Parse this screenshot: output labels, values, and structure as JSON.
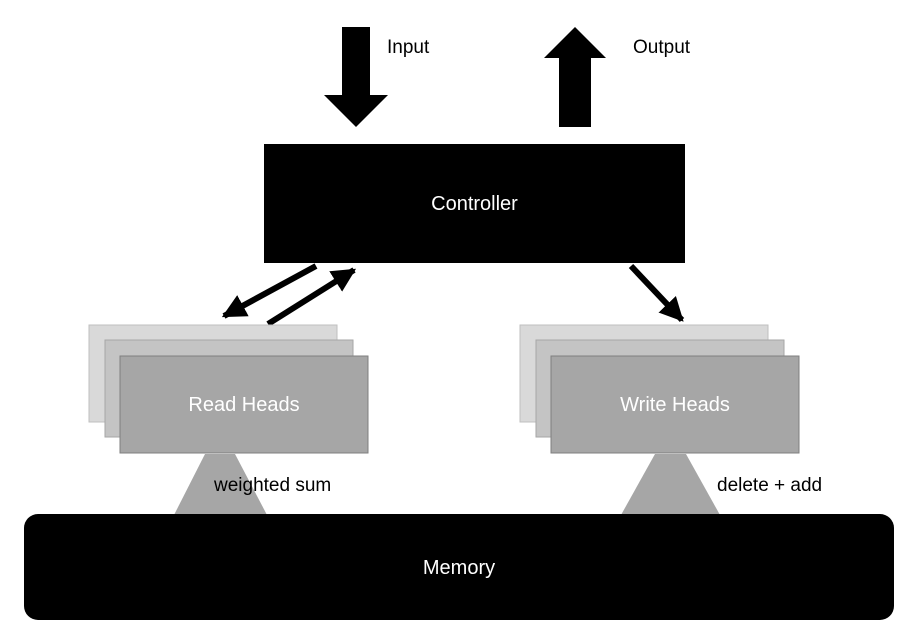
{
  "io": {
    "input_label": "Input",
    "output_label": "Output"
  },
  "controller": {
    "label": "Controller"
  },
  "read_heads": {
    "label": "Read Heads",
    "annotation": "weighted sum"
  },
  "write_heads": {
    "label": "Write Heads",
    "annotation": "delete + add"
  },
  "memory": {
    "label": "Memory"
  },
  "colors": {
    "background": "#ffffff",
    "block": "#000000",
    "block_text": "#ffffff",
    "head_front": "#a6a6a6",
    "head_middle": "#c4c4c4",
    "head_back": "#d9d9d9",
    "head_border": "#7f7f7f",
    "head_text": "#ffffff",
    "connector": "#a6a6a6"
  }
}
